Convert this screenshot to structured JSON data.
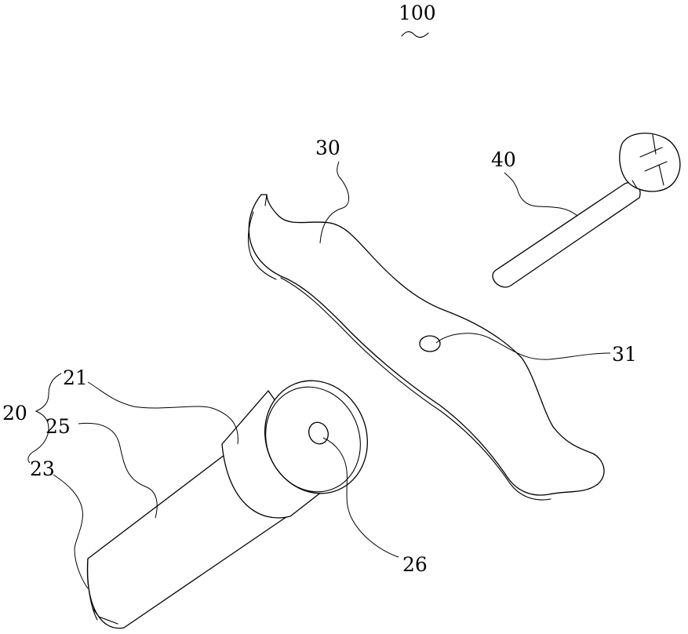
{
  "figure": {
    "reference": "100",
    "labels": {
      "assembly": "20",
      "first_body": "21",
      "body_end": "23",
      "shaft": "25",
      "hole": "26",
      "plate": "30",
      "plate_hole": "31",
      "screw": "40"
    }
  }
}
